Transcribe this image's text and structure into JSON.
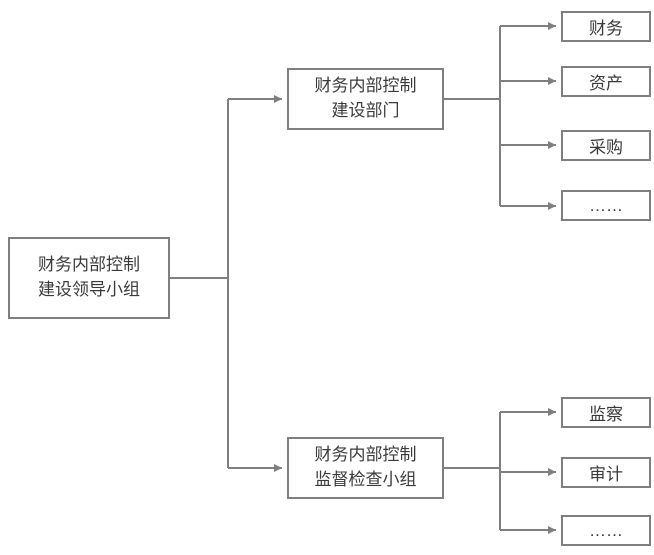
{
  "diagram": {
    "title": "financial-internal-control-org-chart",
    "colors": {
      "line": "#7f7f7f",
      "border": "#7f7f7f",
      "text": "#3a3a3a",
      "background": "#ffffff"
    },
    "root": {
      "line1": "财务内部控制",
      "line2": "建设领导小组"
    },
    "branches": [
      {
        "node": {
          "line1": "财务内部控制",
          "line2": "建设部门"
        },
        "children": [
          "财务",
          "资产",
          "采购",
          "……"
        ]
      },
      {
        "node": {
          "line1": "财务内部控制",
          "line2": "监督检查小组"
        },
        "children": [
          "监察",
          "审计",
          "……"
        ]
      }
    ]
  }
}
